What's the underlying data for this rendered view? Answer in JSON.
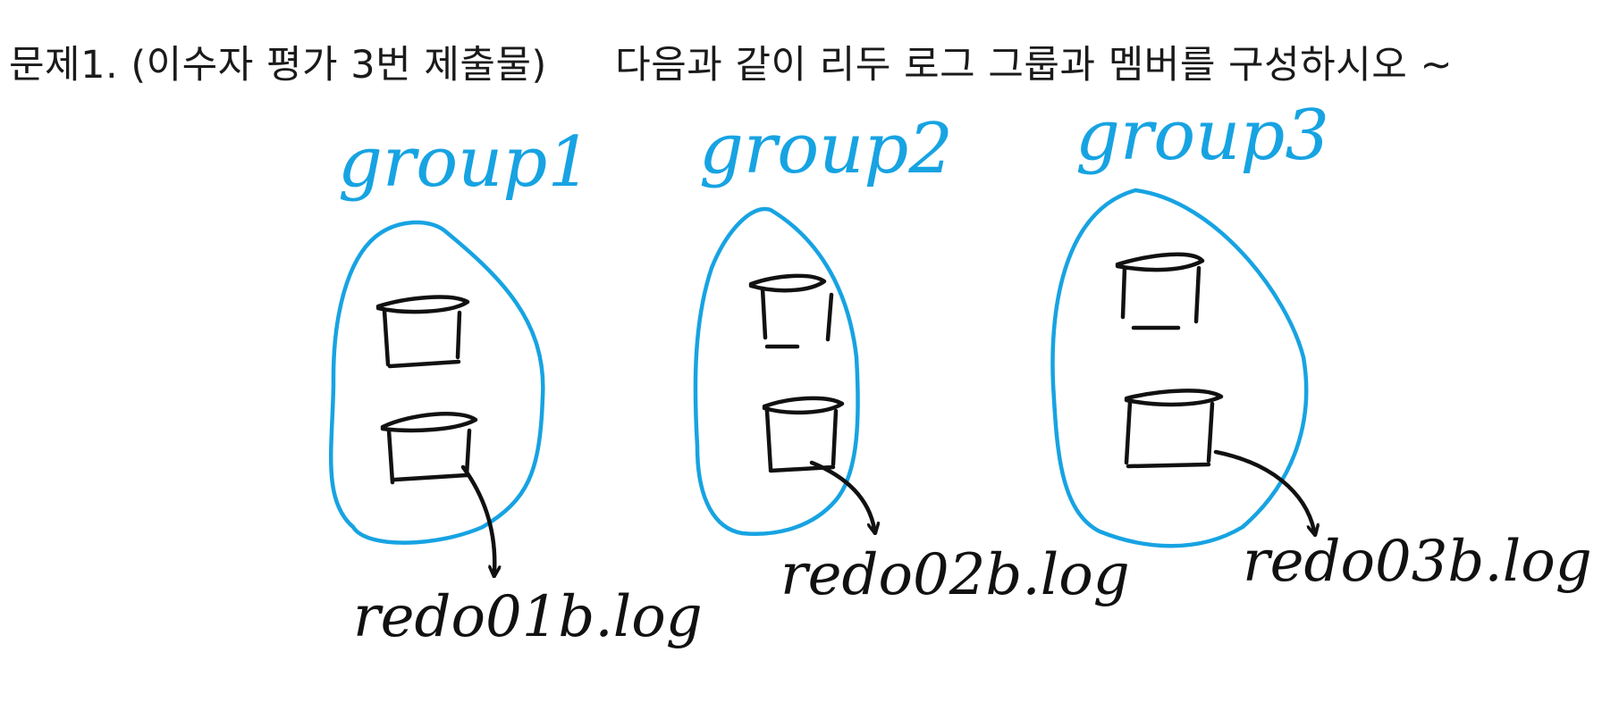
{
  "question": {
    "number": "문제1.",
    "note": "(이수자 평가 3번 제출물)",
    "instruction": "다음과 같이 리두 로그 그룹과 멤버를 구성하시오 ~"
  },
  "groups": [
    {
      "label": "group1",
      "member_file": "redo01b.log",
      "member_count": 2
    },
    {
      "label": "group2",
      "member_file": "redo02b.log",
      "member_count": 2
    },
    {
      "label": "group3",
      "member_file": "redo03b.log",
      "member_count": 2
    }
  ],
  "colors": {
    "group_ink": "#17a3e2",
    "member_ink": "#111111",
    "text": "#1a1a1a"
  }
}
